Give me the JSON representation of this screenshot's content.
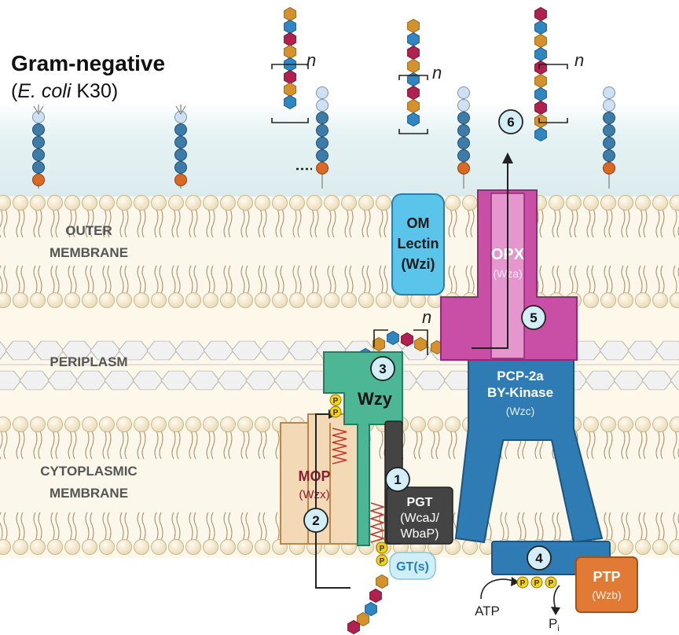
{
  "title": {
    "main": "Gram-negative",
    "species_italic": "E. coli",
    "strain": " K30",
    "open_paren": "(",
    "close_paren": ")"
  },
  "regions": {
    "outer_membrane": [
      "OUTER",
      "MEMBRANE"
    ],
    "periplasm": "PERIPLASM",
    "cytoplasmic_membrane": [
      "CYTOPLASMIC",
      "MEMBRANE"
    ]
  },
  "proteins": {
    "om_lectin": [
      "OM",
      "Lectin",
      "(Wzi)"
    ],
    "opx": {
      "name": "OPX",
      "gene": "(Wza)"
    },
    "pcp": {
      "lines": [
        "PCP-2a",
        "BY-Kinase"
      ],
      "gene": "(Wzc)"
    },
    "wzy": "Wzy",
    "mop": {
      "name": "MOP",
      "gene": "(Wzx)"
    },
    "pgt": [
      "PGT",
      "(WcaJ/",
      "WbaP)"
    ],
    "gt": "GT(s)",
    "ptp": {
      "name": "PTP",
      "gene": "(Wzb)"
    }
  },
  "steps": [
    "1",
    "2",
    "3",
    "4",
    "5",
    "6"
  ],
  "repeat_label": "n",
  "phosphate_label": "P",
  "atp": "ATP",
  "pi": {
    "base": "P",
    "sub": "i"
  },
  "colors": {
    "sugar_orange": "#d4922c",
    "sugar_blue": "#2f86c0",
    "sugar_crimson": "#b0214f",
    "lps_light": "#cfe0f2",
    "lps_blue": "#3d7ca8",
    "lps_orange": "#d86a26",
    "opx": "#c94fa6",
    "pcp": "#2f7bb3",
    "wzy": "#4db795",
    "mop": "#f4d9b7",
    "pgt": "#444444",
    "ptp": "#e07a35",
    "om_lectin": "#5ac4ea",
    "gt": "#cfeef6",
    "phosphate": "#f5d21a"
  }
}
